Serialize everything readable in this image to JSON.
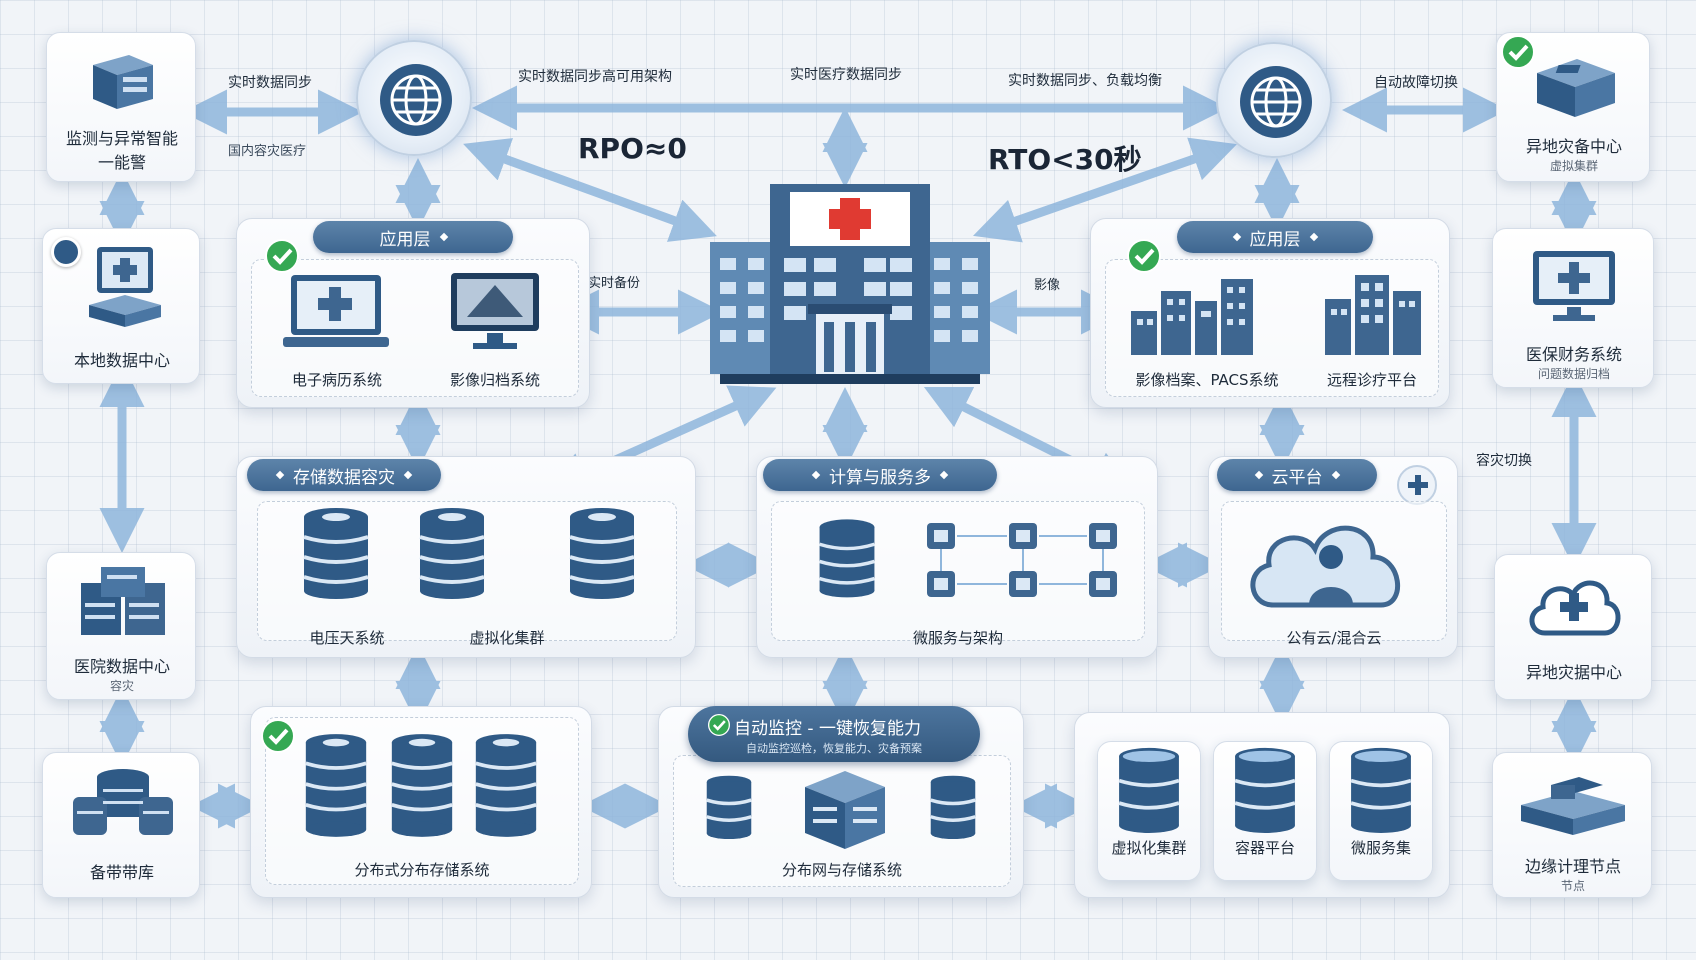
{
  "labels": {
    "sync_left": "实时数据同步",
    "sync_top_mid": "实时数据同步高可用架构",
    "sync_center": "实时医疗数据同步",
    "sync_right": "实时数据同步、负载均衡",
    "failover": "自动故障切换",
    "rpo": "RPO≈0",
    "rto": "RTO<30秒",
    "left_small": "国内容灾医疗",
    "mid_left_arrow": "实时备份",
    "mid_right_arrow": "影像",
    "right_side": "容灾切换"
  },
  "left_column": [
    {
      "title": "监测与异常智能",
      "line2": "一能警"
    },
    {
      "title": "本地数据中心"
    },
    {
      "title": "医院数据中心",
      "sub": "容灾"
    },
    {
      "title": "备带带库"
    }
  ],
  "right_column": [
    {
      "title": "异地灾备中心",
      "sub": "虚拟集群"
    },
    {
      "title": "医保财务系统",
      "sub": "问题数据归档"
    },
    {
      "title": "异地灾据中心"
    },
    {
      "title": "边缘计理节点",
      "sub": "节点"
    }
  ],
  "app_left": {
    "header": "应用层",
    "items": [
      "电子病历系统",
      "影像归档系统"
    ]
  },
  "app_right": {
    "header": "应用层",
    "items": [
      "影像档案、PACS系统",
      "远程诊疗平台"
    ]
  },
  "storage_panel": {
    "header": "存储数据容灾",
    "items": [
      "电压天系统",
      "虚拟化集群"
    ]
  },
  "compute_panel": {
    "header": "计算与服务多",
    "items": [
      "微服务与架构"
    ]
  },
  "cloud_panel": {
    "header": "云平台",
    "items": [
      "公有云/混合云"
    ]
  },
  "bottom_left": {
    "caption": "分布式分布存储系统"
  },
  "bottom_mid": {
    "banner": "自动监控 - 一键恢复能力",
    "banner_sub": "自动监控巡检，恢复能力、灾备预案",
    "caption": "分布网与存储系统"
  },
  "bottom_right": {
    "items": [
      "虚拟化集群",
      "容器平台",
      "微服务集"
    ]
  },
  "colors": {
    "accent": "#3e6690",
    "arrow": "#7aa6d2",
    "check": "#35a853",
    "red_cross": "#e03a32"
  }
}
